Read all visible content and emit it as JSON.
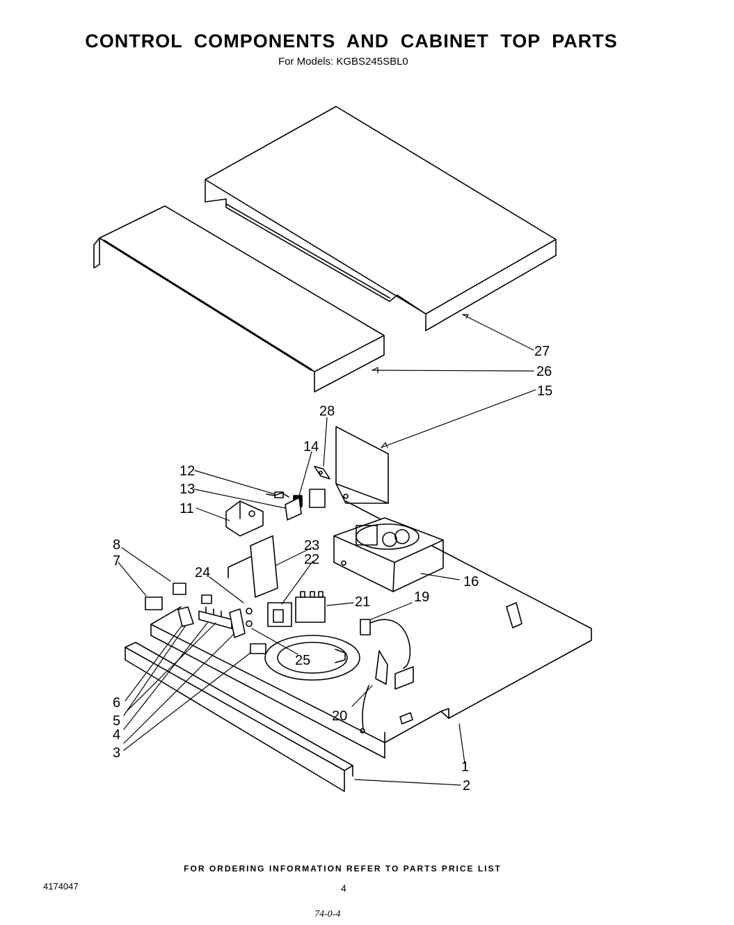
{
  "header": {
    "title": "CONTROL  COMPONENTS   AND CABINET TOP PARTS",
    "subtitle": "For Models: KGBS245SBL0"
  },
  "callouts": {
    "c1": "1",
    "c2": "2",
    "c3": "3",
    "c4": "4",
    "c5": "5",
    "c6": "6",
    "c7": "7",
    "c8": "8",
    "c11": "11",
    "c12": "12",
    "c13": "13",
    "c14": "14",
    "c15": "15",
    "c16": "16",
    "c19": "19",
    "c20": "20",
    "c21": "21",
    "c22": "22",
    "c23": "23",
    "c24": "24",
    "c25": "25",
    "c26": "26",
    "c27": "27",
    "c28": "28"
  },
  "footer": {
    "ordering_note": "FOR ORDERING INFORMATION REFER TO PARTS PRICE LIST",
    "document_number": "4174047",
    "page_number": "4",
    "revision_mark": "74-0-4"
  }
}
